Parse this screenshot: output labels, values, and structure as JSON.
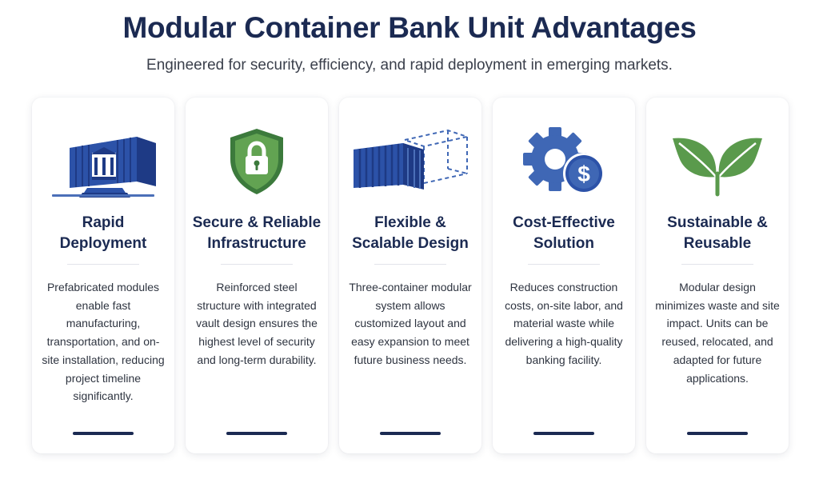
{
  "header": {
    "title": "Modular Container Bank Unit Advantages",
    "subtitle": "Engineered for security, efficiency, and rapid deployment in emerging markets."
  },
  "colors": {
    "navy": "#1b2a52",
    "blue": "#3f67b5",
    "green": "#5a9a4c",
    "text": "#2e3440"
  },
  "cards": [
    {
      "icon": "container-bank-icon",
      "title": "Rapid Deployment",
      "description": "Prefabricated modules enable fast manufacturing, transportation, and on-site installation, reducing project timeline significantly."
    },
    {
      "icon": "shield-lock-icon",
      "title": "Secure & Reliable Infrastructure",
      "description": "Reinforced steel structure with integrated vault design ensures the highest level of security and long-term durability."
    },
    {
      "icon": "modular-containers-icon",
      "title": "Flexible & Scalable Design",
      "description": "Three-container modular system allows customized layout and easy expansion to meet future business needs."
    },
    {
      "icon": "gear-dollar-icon",
      "title": "Cost-Effective Solution",
      "description": "Reduces construction costs, on-site labor, and material waste while delivering a high-quality banking facility."
    },
    {
      "icon": "leaf-icon",
      "title": "Sustainable & Reusable",
      "description": "Modular design minimizes waste and site impact. Units can be reused, relocated, and adapted for future applications."
    }
  ]
}
